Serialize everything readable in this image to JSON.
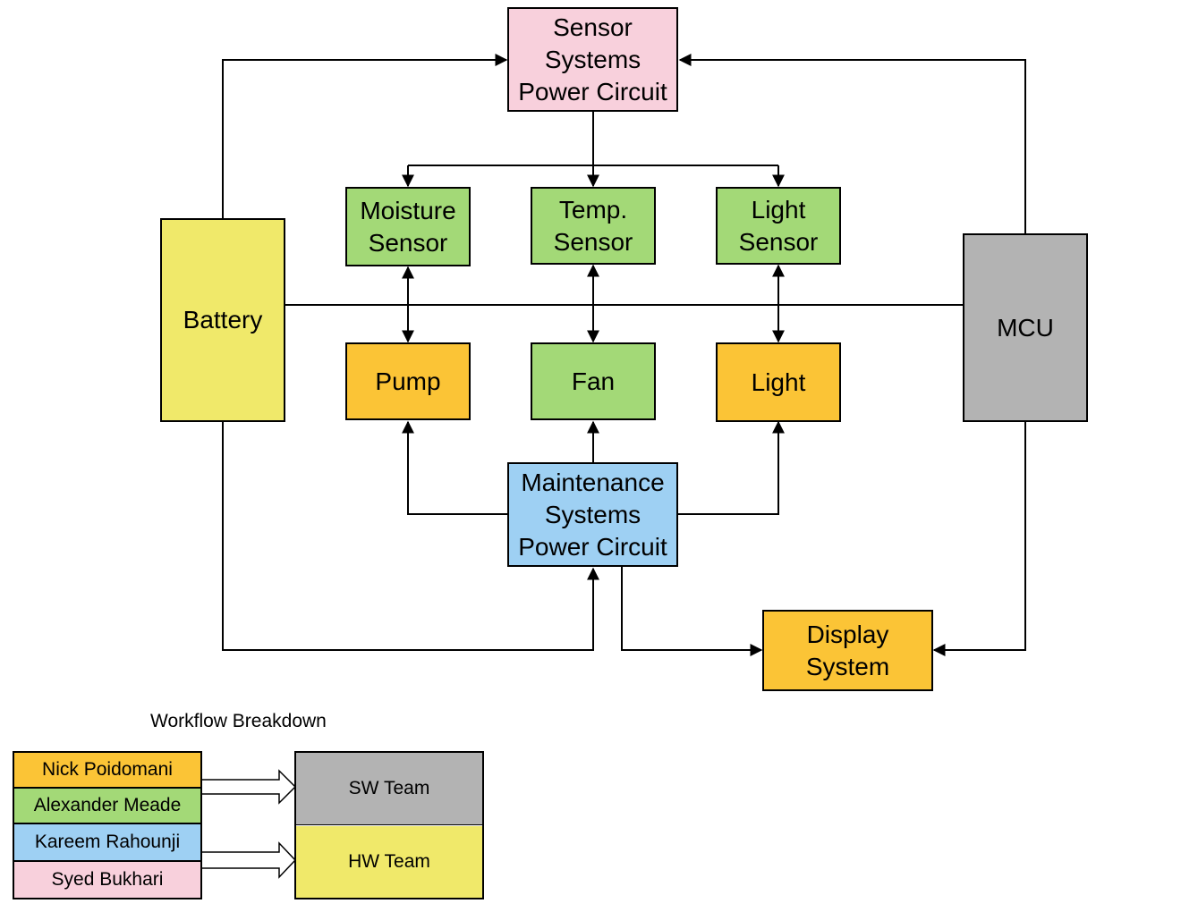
{
  "diagram": {
    "nodes": {
      "sensor_power": {
        "label": "Sensor\nSystems\nPower Circuit",
        "color": "#f8d0dc"
      },
      "moisture_sensor": {
        "label": "Moisture\nSensor",
        "color": "#a3d977"
      },
      "temp_sensor": {
        "label": "Temp.\nSensor",
        "color": "#a3d977"
      },
      "light_sensor": {
        "label": "Light\nSensor",
        "color": "#a3d977"
      },
      "battery": {
        "label": "Battery",
        "color": "#f0e96a"
      },
      "mcu": {
        "label": "MCU",
        "color": "#b3b3b3"
      },
      "pump": {
        "label": "Pump",
        "color": "#fbc436"
      },
      "fan": {
        "label": "Fan",
        "color": "#a3d977"
      },
      "light": {
        "label": "Light",
        "color": "#fbc436"
      },
      "maintenance_power": {
        "label": "Maintenance\nSystems\nPower Circuit",
        "color": "#9ed0f3"
      },
      "display_system": {
        "label": "Display\nSystem",
        "color": "#fbc436"
      }
    },
    "edges": [
      {
        "from": "battery",
        "to": "sensor_power"
      },
      {
        "from": "mcu",
        "to": "sensor_power"
      },
      {
        "from": "sensor_power",
        "to": "moisture_sensor"
      },
      {
        "from": "sensor_power",
        "to": "temp_sensor"
      },
      {
        "from": "sensor_power",
        "to": "light_sensor"
      },
      {
        "from": "battery",
        "to": "mcu"
      },
      {
        "from": "moisture_sensor",
        "to": "pump",
        "bidirectional": true
      },
      {
        "from": "temp_sensor",
        "to": "fan",
        "bidirectional": true
      },
      {
        "from": "light_sensor",
        "to": "light",
        "bidirectional": true
      },
      {
        "from": "maintenance_power",
        "to": "pump"
      },
      {
        "from": "maintenance_power",
        "to": "fan"
      },
      {
        "from": "maintenance_power",
        "to": "light"
      },
      {
        "from": "battery",
        "to": "maintenance_power"
      },
      {
        "from": "maintenance_power",
        "to": "display_system"
      },
      {
        "from": "mcu",
        "to": "display_system"
      }
    ]
  },
  "legend": {
    "title": "Workflow Breakdown",
    "members": [
      {
        "name": "Nick Poidomani",
        "color": "#fbc436"
      },
      {
        "name": "Alexander Meade",
        "color": "#a3d977"
      },
      {
        "name": "Kareem Rahounji",
        "color": "#9ed0f3"
      },
      {
        "name": "Syed Bukhari",
        "color": "#f8d0dc"
      }
    ],
    "teams": [
      {
        "name": "SW Team",
        "color": "#b3b3b3"
      },
      {
        "name": "HW Team",
        "color": "#f0e96a"
      }
    ]
  }
}
